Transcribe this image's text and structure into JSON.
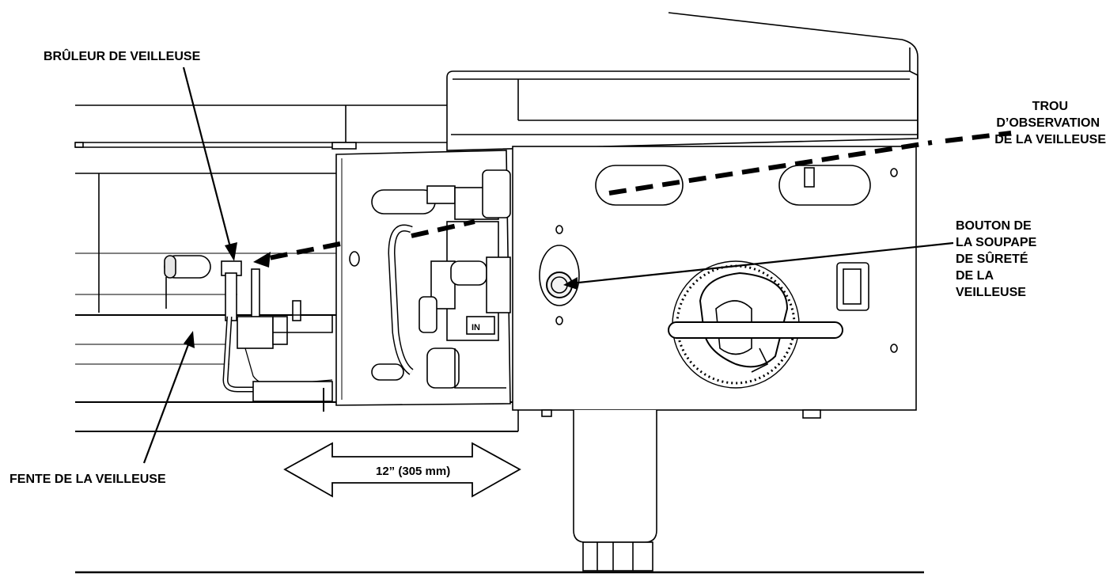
{
  "labels": {
    "pilot_burner": "BRÛLEUR DE VEILLEUSE",
    "pilot_slot": "FENTE DE LA VEILLEUSE",
    "sight_hole": [
      "TROU",
      "D’OBSERVATION",
      "DE LA VEILLEUSE"
    ],
    "safety_valve_button": [
      "BOUTON DE",
      "LA SOUPAPE",
      "DE SÛRETÉ",
      "DE LA",
      "VEILLEUSE"
    ],
    "dimension": "12” (305 mm)"
  },
  "colors": {
    "line": "#000000",
    "fill_light": "#f2f2f2",
    "fill_mid": "#e6e6e6",
    "background": "#ffffff"
  }
}
